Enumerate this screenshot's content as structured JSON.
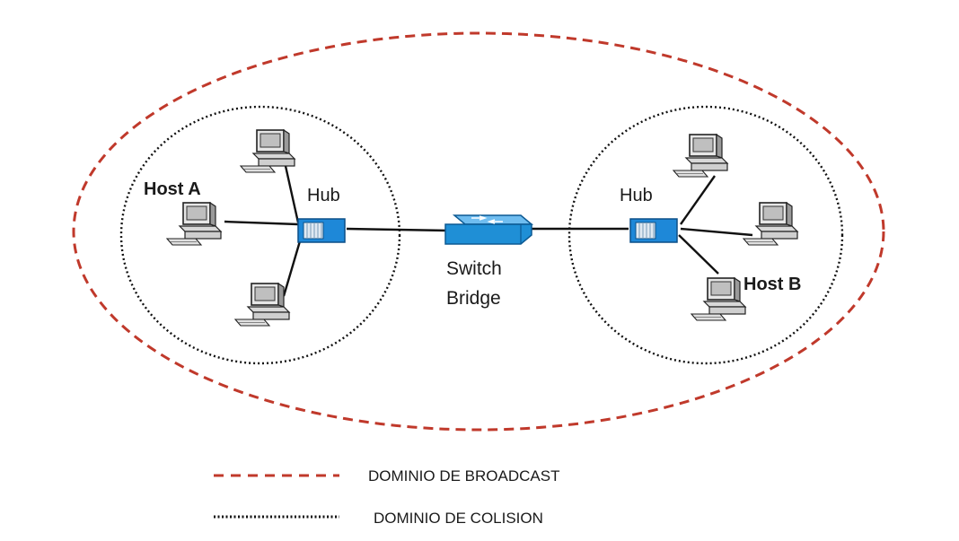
{
  "labels": {
    "host_a": "Host A",
    "host_b": "Host B",
    "hub_left": "Hub",
    "hub_right": "Hub",
    "switch_line1": "Switch",
    "switch_line2": "Bridge"
  },
  "legend": {
    "broadcast": "DOMINIO DE BROADCAST",
    "collision": "DOMINIO DE COLISION"
  },
  "colors": {
    "broadcast_domain": "#c0392b",
    "collision_domain": "#111111",
    "hub": "#1e88d8",
    "switch": "#1f8fd6"
  },
  "icons": [
    "computer-icon",
    "hub-icon",
    "switch-icon"
  ]
}
